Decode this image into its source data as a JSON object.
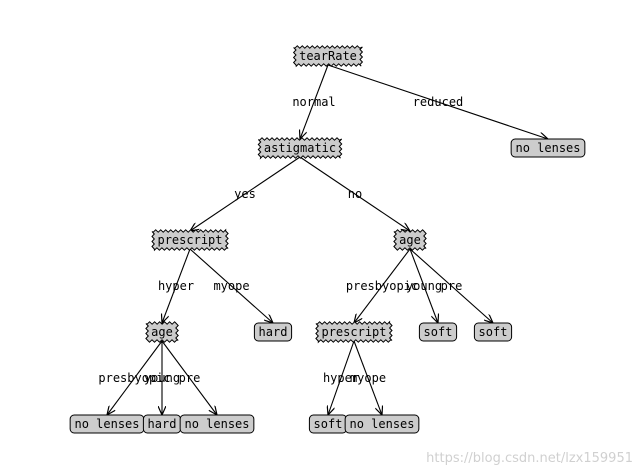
{
  "tree": {
    "nodes": [
      {
        "id": "n-tearRate",
        "label": "tearRate",
        "kind": "decision"
      },
      {
        "id": "n-astigmatic",
        "label": "astigmatic",
        "kind": "decision"
      },
      {
        "id": "n-no-lenses-top",
        "label": "no lenses",
        "kind": "leaf"
      },
      {
        "id": "n-prescript-left",
        "label": "prescript",
        "kind": "decision"
      },
      {
        "id": "n-age-right",
        "label": "age",
        "kind": "decision"
      },
      {
        "id": "n-age-left",
        "label": "age",
        "kind": "decision"
      },
      {
        "id": "n-hard-mid",
        "label": "hard",
        "kind": "leaf"
      },
      {
        "id": "n-prescript-right",
        "label": "prescript",
        "kind": "decision"
      },
      {
        "id": "n-soft-a",
        "label": "soft",
        "kind": "leaf"
      },
      {
        "id": "n-soft-b",
        "label": "soft",
        "kind": "leaf"
      },
      {
        "id": "n-no-lenses-1",
        "label": "no lenses",
        "kind": "leaf"
      },
      {
        "id": "n-hard-bottom",
        "label": "hard",
        "kind": "leaf"
      },
      {
        "id": "n-no-lenses-2",
        "label": "no lenses",
        "kind": "leaf"
      },
      {
        "id": "n-soft-bottom",
        "label": "soft",
        "kind": "leaf"
      },
      {
        "id": "n-no-lenses-3",
        "label": "no lenses",
        "kind": "leaf"
      }
    ],
    "edges": [
      {
        "from": "n-tearRate",
        "to": "n-astigmatic",
        "label": "normal"
      },
      {
        "from": "n-tearRate",
        "to": "n-no-lenses-top",
        "label": "reduced"
      },
      {
        "from": "n-astigmatic",
        "to": "n-prescript-left",
        "label": "yes"
      },
      {
        "from": "n-astigmatic",
        "to": "n-age-right",
        "label": "no"
      },
      {
        "from": "n-prescript-left",
        "to": "n-age-left",
        "label": "hyper"
      },
      {
        "from": "n-prescript-left",
        "to": "n-hard-mid",
        "label": "myope"
      },
      {
        "from": "n-age-right",
        "to": "n-prescript-right",
        "label": "presbyopic"
      },
      {
        "from": "n-age-right",
        "to": "n-soft-a",
        "label": "young"
      },
      {
        "from": "n-age-right",
        "to": "n-soft-b",
        "label": "pre"
      },
      {
        "from": "n-age-left",
        "to": "n-no-lenses-1",
        "label": "presbyopic"
      },
      {
        "from": "n-age-left",
        "to": "n-hard-bottom",
        "label": "young"
      },
      {
        "from": "n-age-left",
        "to": "n-no-lenses-2",
        "label": "pre"
      },
      {
        "from": "n-prescript-right",
        "to": "n-soft-bottom",
        "label": "hyper"
      },
      {
        "from": "n-prescript-right",
        "to": "n-no-lenses-3",
        "label": "myope"
      }
    ]
  },
  "watermark": "https://blog.csdn.net/lzx159951",
  "colors": {
    "node_fill": "#cccccc",
    "stroke": "#000000",
    "watermark": "#d0d0d0"
  }
}
